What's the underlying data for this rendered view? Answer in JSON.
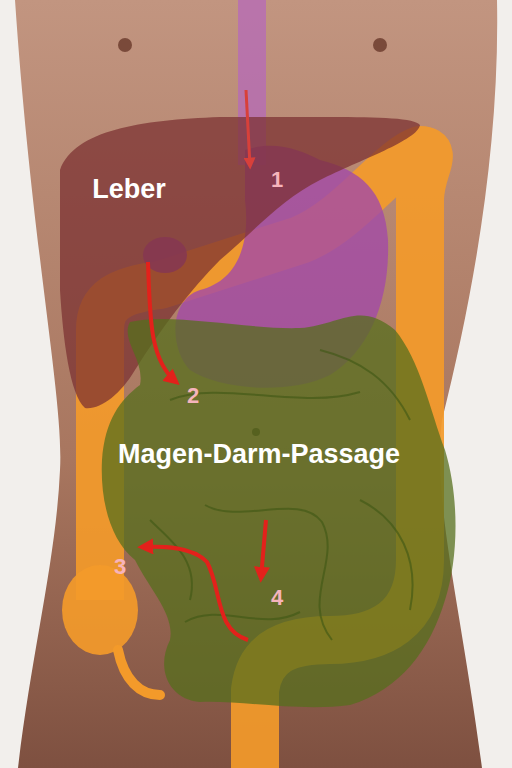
{
  "diagram": {
    "nodes": [
      {
        "text": [
          "Leber"
        ]
      },
      {
        "text": [
          "Magen-Darm-Passage"
        ]
      }
    ],
    "labels": [
      "1",
      "2",
      "3",
      "4"
    ]
  }
}
